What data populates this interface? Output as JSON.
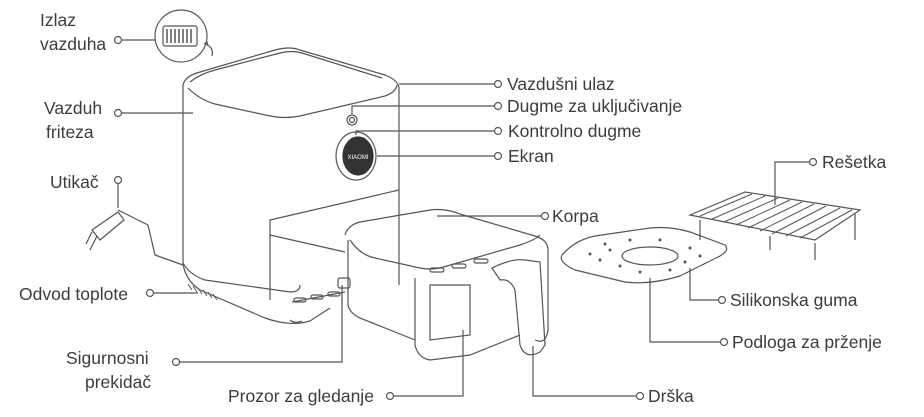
{
  "labels": {
    "air_outlet_1": "Izlaz",
    "air_outlet_2": "vazduha",
    "air_fryer_1": "Vazduh",
    "air_fryer_2": "friteza",
    "plug": "Utikač",
    "heat_vent": "Odvod toplote",
    "safety_switch_1": "Sigurnosni",
    "safety_switch_2": "prekidač",
    "viewing_window": "Prozor za gledanje",
    "handle": "Drška",
    "air_inlet": "Vazdušni ulaz",
    "power_button": "Dugme za uključivanje",
    "control_knob": "Kontrolno dugme",
    "display": "Ekran",
    "basket": "Korpa",
    "rack": "Rešetka",
    "silicone_rubber": "Silikonska guma",
    "frying_plate": "Podloga za prženje"
  },
  "logo_text": "XIAOMI",
  "colors": {
    "line": "#555555",
    "text": "#3c3c3c",
    "display": "#333333"
  }
}
